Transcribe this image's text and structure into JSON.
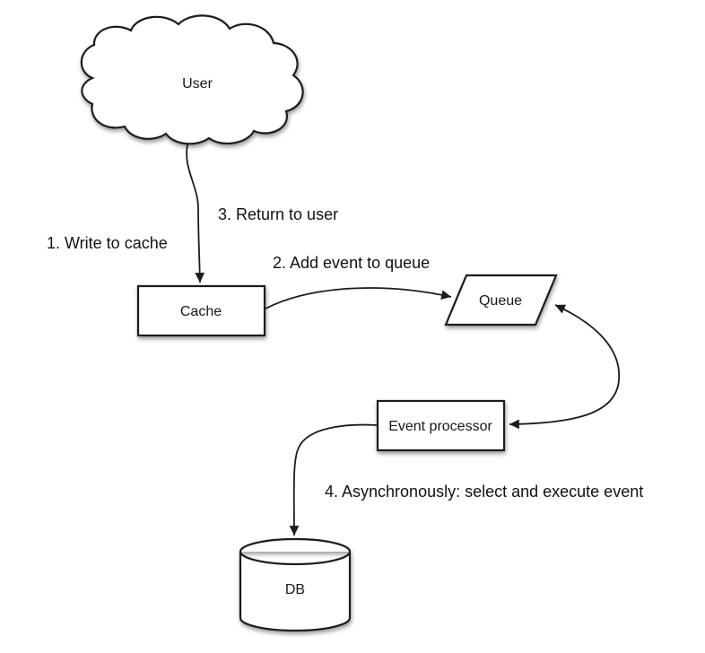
{
  "diagram": {
    "background_color": "#ffffff",
    "stroke_color": "#1c1c1c",
    "text_color": "#111111",
    "nodes": {
      "user": {
        "label": "User",
        "shape": "cloud"
      },
      "cache": {
        "label": "Cache",
        "shape": "rectangle"
      },
      "queue": {
        "label": "Queue",
        "shape": "parallelogram"
      },
      "event_processor": {
        "label": "Event processor",
        "shape": "rectangle"
      },
      "db": {
        "label": "DB",
        "shape": "cylinder"
      }
    },
    "edge_labels": {
      "step1": "1. Write to cache",
      "step2": "2. Add event to queue",
      "step3": "3. Return to user",
      "step4": "4. Asynchronously: select and execute event"
    },
    "edges": [
      {
        "from": "user",
        "to": "cache",
        "arrows": "one-way",
        "labels": [
          "1. Write to cache",
          "3. Return to user"
        ]
      },
      {
        "from": "cache",
        "to": "queue",
        "arrows": "one-way",
        "labels": [
          "2. Add event to queue"
        ]
      },
      {
        "from": "queue",
        "to": "event_processor",
        "arrows": "two-way",
        "labels": []
      },
      {
        "from": "event_processor",
        "to": "db",
        "arrows": "one-way",
        "labels": [
          "4. Asynchronously: select and execute event"
        ]
      }
    ]
  }
}
